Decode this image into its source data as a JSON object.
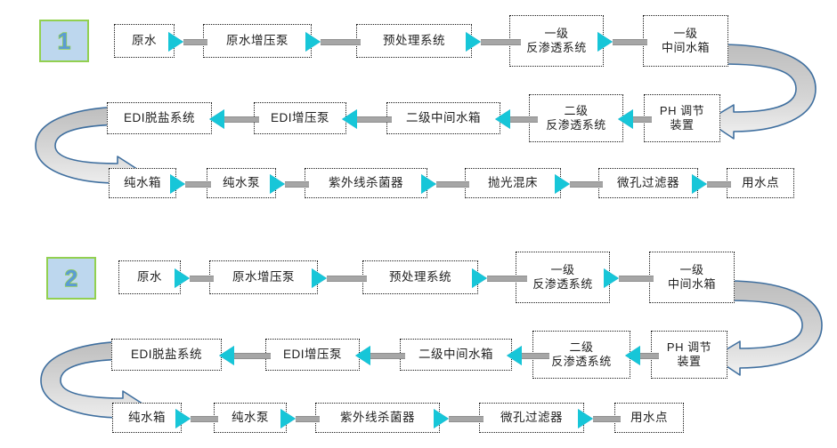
{
  "diagrams": [
    {
      "badge": "1",
      "rows": [
        {
          "direction": "right",
          "nodes": [
            "原水",
            "原水增压泵",
            "预处理系统",
            "一级\n反渗透系统",
            "一级\n中间水箱"
          ]
        },
        {
          "direction": "left",
          "nodes": [
            "EDI脱盐系统",
            "EDI增压泵",
            "二级中间水箱",
            "二级\n反渗透系统",
            "PH 调节\n装置"
          ]
        },
        {
          "direction": "right",
          "nodes": [
            "纯水箱",
            "纯水泵",
            "紫外线杀菌器",
            "抛光混床",
            "微孔过滤器",
            "用水点"
          ]
        }
      ],
      "uturns": [
        {
          "name": "uturn-right-row1-to-row2",
          "side": "right",
          "points_to": "left"
        },
        {
          "name": "uturn-left-row2-to-row3",
          "side": "left",
          "points_to": "right"
        }
      ]
    },
    {
      "badge": "2",
      "rows": [
        {
          "direction": "right",
          "nodes": [
            "原水",
            "原水增压泵",
            "预处理系统",
            "一级\n反渗透系统",
            "一级\n中间水箱"
          ]
        },
        {
          "direction": "left",
          "nodes": [
            "EDI脱盐系统",
            "EDI增压泵",
            "二级中间水箱",
            "二级\n反渗透系统",
            "PH 调节\n装置"
          ]
        },
        {
          "direction": "right",
          "nodes": [
            "纯水箱",
            "纯水泵",
            "紫外线杀菌器",
            "微孔过滤器",
            "用水点"
          ]
        }
      ],
      "uturns": [
        {
          "name": "uturn-right-row1-to-row2",
          "side": "right",
          "points_to": "left"
        },
        {
          "name": "uturn-left-row2-to-row3",
          "side": "left",
          "points_to": "right"
        }
      ]
    }
  ],
  "colors": {
    "badge_fill": "#bdd7ee",
    "badge_border": "#92d050",
    "badge_number": "#5b9bd5",
    "arrow_head": "#17c6d8",
    "connector_bar": "#a6a6a6",
    "node_border": "#1a1a1a",
    "node_fill": "#ffffff",
    "uturn_outline": "#3f6f9f",
    "uturn_fill_dark": "#bfbfbf",
    "uturn_fill_light": "#efefef",
    "background": "#ffffff"
  }
}
